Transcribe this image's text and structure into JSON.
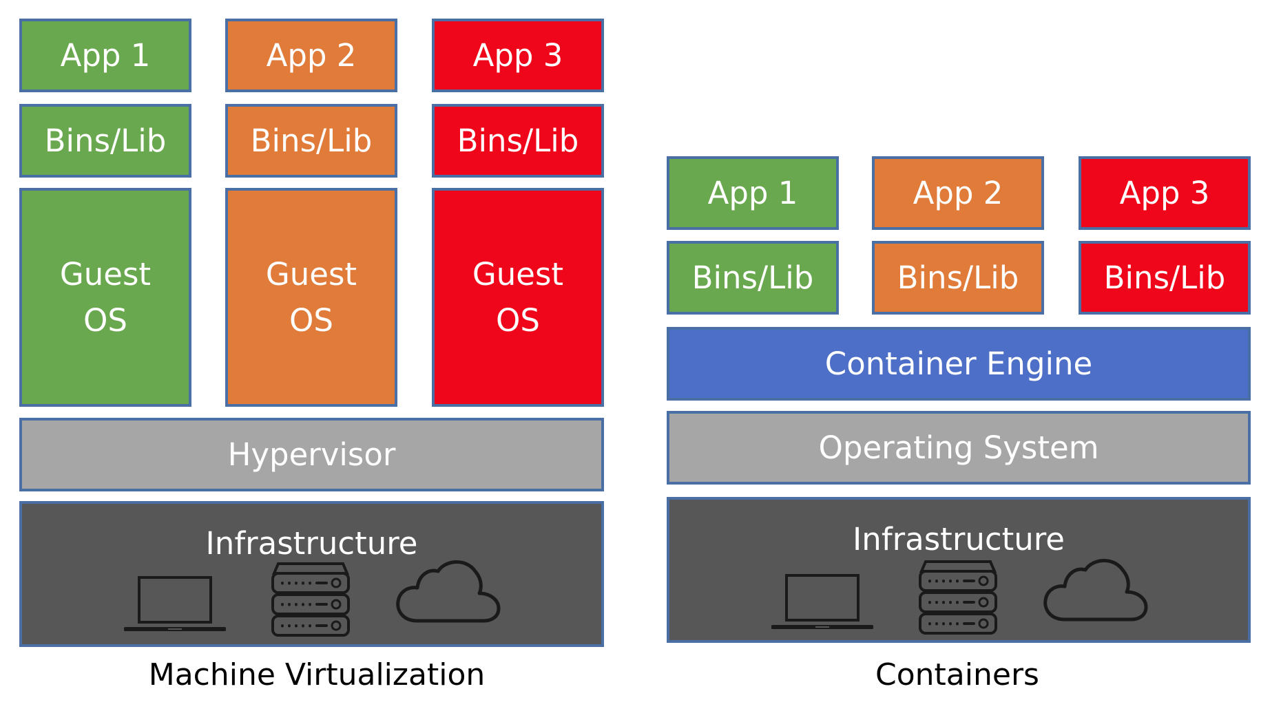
{
  "left": {
    "caption": "Machine Virtualization",
    "stacks": [
      {
        "app": "App 1",
        "libs": "Bins/Lib",
        "guest_os": "Guest\nOS",
        "color": "#6aa84f"
      },
      {
        "app": "App 2",
        "libs": "Bins/Lib",
        "guest_os": "Guest\nOS",
        "color": "#e07b39"
      },
      {
        "app": "App 3",
        "libs": "Bins/Lib",
        "guest_os": "Guest\nOS",
        "color": "#f0061a"
      }
    ],
    "hypervisor": "Hypervisor",
    "infrastructure": "Infrastructure"
  },
  "right": {
    "caption": "Containers",
    "stacks": [
      {
        "app": "App 1",
        "libs": "Bins/Lib",
        "color": "#6aa84f"
      },
      {
        "app": "App 2",
        "libs": "Bins/Lib",
        "color": "#e07b39"
      },
      {
        "app": "App 3",
        "libs": "Bins/Lib",
        "color": "#f0061a"
      }
    ],
    "engine": "Container Engine",
    "os": "Operating System",
    "infrastructure": "Infrastructure"
  },
  "icons": [
    "laptop-icon",
    "server-icon",
    "cloud-icon"
  ],
  "colors": {
    "border": "#4a6fa5",
    "hypervisor": "#a6a6a6",
    "engine": "#4e6fc7",
    "infrastructure": "#575757"
  }
}
